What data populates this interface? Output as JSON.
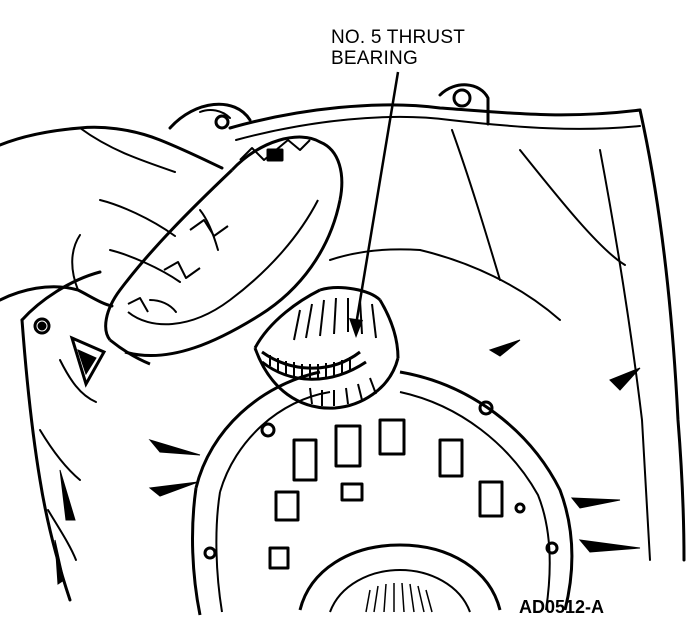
{
  "callout": {
    "line1": "NO. 5 THRUST",
    "line2": "BEARING"
  },
  "figure_id": "AD0512-A",
  "colors": {
    "ink": "#000000",
    "paper": "#ffffff"
  }
}
